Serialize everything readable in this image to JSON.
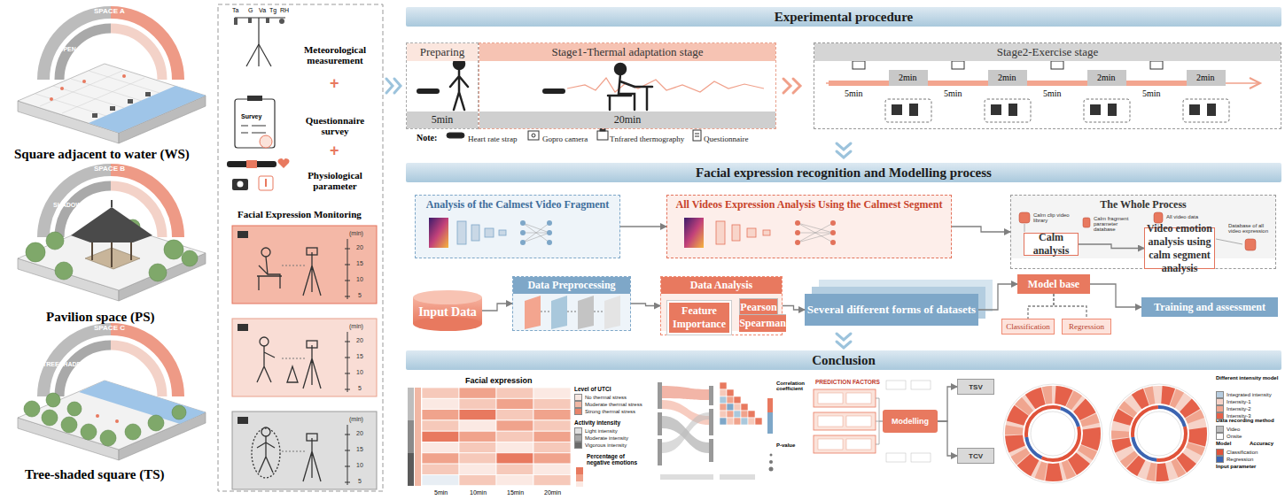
{
  "diagram": {
    "nodes": [
      {
        "text": [
          "Experimental procedure"
        ]
      },
      {
        "text": [
          "Preparing",
          "5min"
        ]
      },
      {
        "text": [
          "Stage1-Thermal adaptation stage",
          "20min"
        ]
      },
      {
        "text": [
          "Stage2-Exercise stage"
        ]
      },
      {
        "text": [
          "Facial expression recognition and Modelling process"
        ]
      },
      {
        "text": [
          "Analysis of the Calmest Video Fragment"
        ]
      },
      {
        "text": [
          "All Videos Expression Analysis Using the Calmest Segment"
        ]
      },
      {
        "text": [
          "The Whole Process"
        ]
      },
      {
        "text": [
          "Input Data"
        ]
      },
      {
        "text": [
          "Data Preprocessing"
        ]
      },
      {
        "text": [
          "Data Analysis"
        ]
      },
      {
        "text": [
          "Feature Importance"
        ],
        "in": 10
      },
      {
        "text": [
          "Pearson"
        ],
        "in": 10
      },
      {
        "text": [
          "Spearman"
        ],
        "in": 10
      },
      {
        "text": [
          "Several different forms of datasets"
        ]
      },
      {
        "text": [
          "Model base"
        ]
      },
      {
        "text": [
          "Classification"
        ]
      },
      {
        "text": [
          "Regression"
        ]
      },
      {
        "text": [
          "Training and assessment"
        ]
      },
      {
        "text": [
          "Conclusion"
        ]
      },
      {
        "text": [
          "Modelling"
        ]
      },
      {
        "text": [
          "TSV"
        ]
      },
      {
        "text": [
          "TCV"
        ]
      },
      {
        "text": [
          "Calm analysis"
        ],
        "in": 7
      },
      {
        "text": [
          "Video emotion analysis using calm segment analysis"
        ],
        "in": 7
      }
    ],
    "edges": [
      {
        "from": 5,
        "to": 6,
        "arrow": "to"
      },
      {
        "from": 6,
        "to": 7,
        "arrow": "to"
      },
      {
        "from": 23,
        "to": 24,
        "arrow": "to"
      },
      {
        "from": 8,
        "to": 9,
        "arrow": "to"
      },
      {
        "from": 9,
        "to": 10,
        "arrow": "to"
      },
      {
        "from": 10,
        "to": 14,
        "arrow": "to"
      },
      {
        "from": 14,
        "to": 15,
        "arrow": "to"
      },
      {
        "from": 15,
        "to": 16,
        "arrow": "none"
      },
      {
        "from": 15,
        "to": 17,
        "arrow": "none"
      },
      {
        "from": 15,
        "to": 18,
        "arrow": "to"
      },
      {
        "from": 20,
        "to": 21,
        "arrow": "to"
      },
      {
        "from": 20,
        "to": 22,
        "arrow": "to"
      }
    ],
    "labels": [
      "SPACE A",
      "OPEN",
      "Square adjacent to water (WS)",
      "SPACE B",
      "SHADOW",
      "Pavilion space (PS)",
      "SPACE C",
      "TREESHADED",
      "Tree-shaded square (TS)",
      "Ta",
      "G",
      "Va",
      "Tg",
      "RH",
      "Meteorological measurement",
      "+",
      "Survey",
      "Questionnaire survey",
      "+",
      "Physiological parameter",
      "Facial Expression Monitoring",
      "(min)",
      "20",
      "15",
      "10",
      "5",
      "(min)",
      "20",
      "15",
      "10",
      "5",
      "(min)",
      "20",
      "15",
      "10",
      "5",
      "Note:",
      "5min",
      "2min",
      "5min",
      "2min",
      "5min",
      "2min",
      "5min",
      "2min",
      "Calm clip video library",
      "Calm fragment parameter database",
      "All video data",
      "Database of all video expression",
      "Facial expression",
      "Level of UTCI",
      "Activity intensity",
      "Percentage of negative emotions",
      "5min",
      "10min",
      "15min",
      "20min",
      "Correlation coefficient",
      "P-value",
      "PREDICTION FACTORS",
      "Different intensity model",
      "Data recording method",
      "Model",
      "Input parameter",
      "Accuracy"
    ],
    "legend": [
      {
        "text": "Heart rate strap"
      },
      {
        "text": "Gopro camera"
      },
      {
        "text": "Tnfrared thermography"
      },
      {
        "text": "Questionnaire"
      },
      {
        "text": "No thermal stress",
        "color": "#f7e7e1"
      },
      {
        "text": "Moderate thermal stress",
        "color": "#f0b7a4"
      },
      {
        "text": "Strong thermal stress",
        "color": "#e8836a"
      },
      {
        "text": "Light intensity",
        "color": "#e0e0e0"
      },
      {
        "text": "Moderate intensity",
        "color": "#a9a9a9"
      },
      {
        "text": "Vigorous intensity",
        "color": "#6b6b6b"
      },
      {
        "text": "Integrated intensity",
        "color": "#b7cde0"
      },
      {
        "text": "Intensity-1",
        "color": "#f6d3c8"
      },
      {
        "text": "Intensity-2",
        "color": "#f0a58f"
      },
      {
        "text": "Intensity-3",
        "color": "#e5614a"
      },
      {
        "text": "Video",
        "color": "#bdbdbd"
      },
      {
        "text": "Onsite",
        "color": "#ffffff"
      },
      {
        "text": "Classification",
        "color": "#e0533a"
      },
      {
        "text": "Regression",
        "color": "#3c64b1"
      }
    ]
  }
}
